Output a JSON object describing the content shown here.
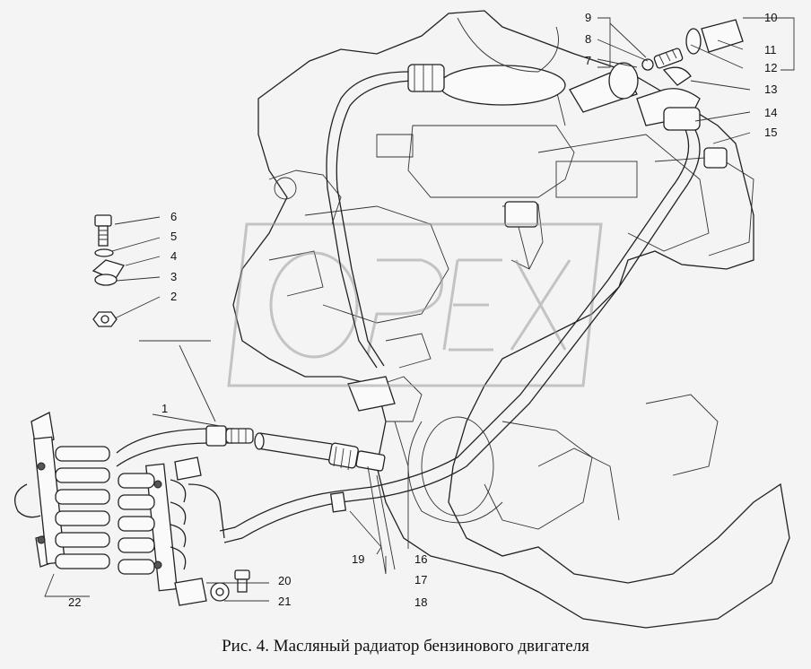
{
  "caption": "Рис. 4.  Масляный радиатор бензинового двигателя",
  "watermark": "OPEX",
  "callouts": [
    "1",
    "2",
    "3",
    "4",
    "5",
    "6",
    "7",
    "8",
    "9",
    "10",
    "11",
    "12",
    "13",
    "14",
    "15",
    "16",
    "17",
    "18",
    "19",
    "20",
    "21",
    "22"
  ],
  "colors": {
    "line": "#222222",
    "background": "#f4f4f4",
    "watermark": "#9a9a9a"
  }
}
